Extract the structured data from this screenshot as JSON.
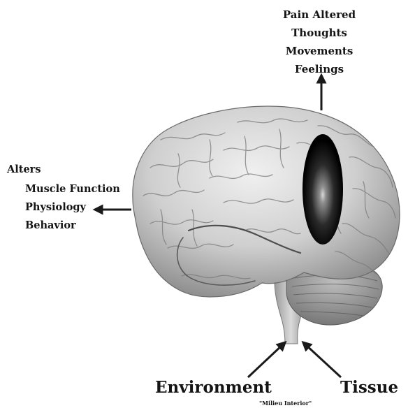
{
  "top_block": {
    "lines": [
      "Pain Altered",
      "Thoughts",
      "Movements",
      "Feelings"
    ]
  },
  "left_block": {
    "lines": [
      "Alters",
      "Muscle Function",
      "Physiology",
      "Behavior"
    ]
  },
  "bottom": {
    "environment": "Environment",
    "tissue": "Tissue",
    "milieu": "\"Milieu Interior\""
  },
  "colors": {
    "brain_light": "#e6e6e6",
    "brain_mid": "#b8b8b8",
    "brain_dark": "#6a6a6a",
    "arrow": "#1a1a1a",
    "oval_dark": "#000000",
    "oval_glow": "#9a9a9a"
  }
}
